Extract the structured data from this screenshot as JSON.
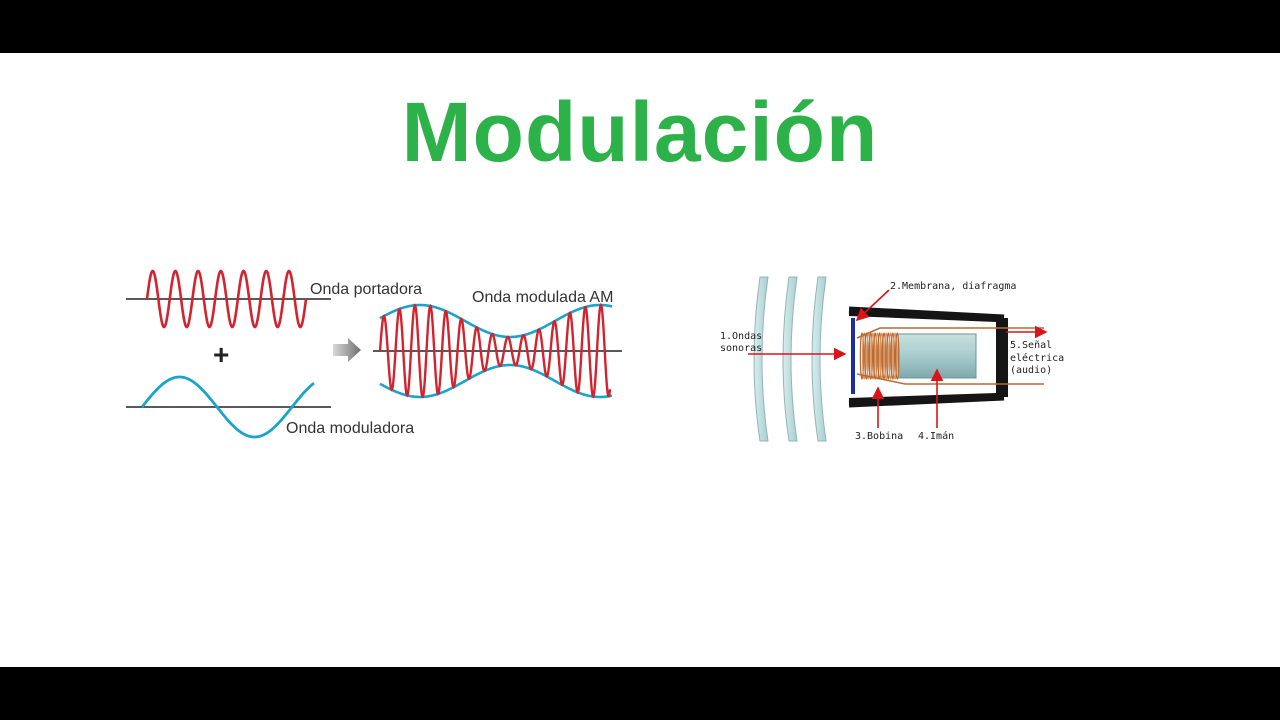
{
  "slide": {
    "title": "Modulación"
  },
  "modulation_diagram": {
    "carrier_label": "Onda portadora",
    "modulating_label": "Onda moduladora",
    "modulated_label": "Onda modulada AM",
    "plus_symbol": "+"
  },
  "microphone_diagram": {
    "label_sound_waves_1": "1.Ondas",
    "label_sound_waves_2": "sonoras",
    "label_membrane": "2.Membrana, diafragma",
    "label_coil": "3.Bobina",
    "label_magnet": "4.Imán",
    "label_signal_1": "5.Señal",
    "label_signal_2": "eléctrica",
    "label_signal_3": "(audio)"
  },
  "colors": {
    "title_green": "#2db24a",
    "carrier_red": "#d3232f",
    "modulator_blue": "#1aa3cc",
    "arrow_red": "#d9151b",
    "coil_copper": "#b86a35",
    "magnet_teal": "#9dc4c6",
    "membrane_blue": "#1d2f9a"
  }
}
